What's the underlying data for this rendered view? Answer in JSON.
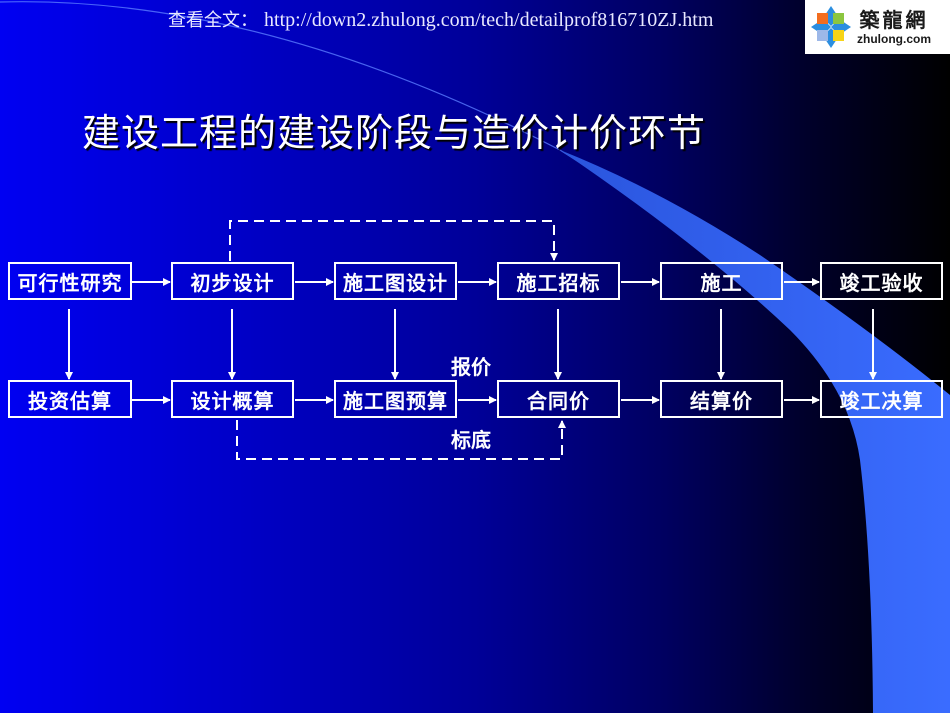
{
  "header": {
    "url_label": "查看全文：",
    "url": "http://down2.zhulong.com/tech/detailprof816710ZJ.htm"
  },
  "logo": {
    "chinese": "築龍網",
    "domain": "zhulong.com"
  },
  "slide": {
    "title": "建设工程的建设阶段与造价计价环节"
  },
  "diagram": {
    "stages": [
      {
        "label": "可行性研究"
      },
      {
        "label": "初步设计"
      },
      {
        "label": "施工图设计"
      },
      {
        "label": "施工招标"
      },
      {
        "label": "施工"
      },
      {
        "label": "竣工验收"
      }
    ],
    "costs": [
      {
        "label": "投资估算"
      },
      {
        "label": "设计概算"
      },
      {
        "label": "施工图预算"
      },
      {
        "label": "合同价"
      },
      {
        "label": "结算价"
      },
      {
        "label": "竣工决算"
      }
    ],
    "annotations": {
      "quote": "报价",
      "base_price": "标底"
    }
  },
  "colors": {
    "background_left": "#0000f2",
    "background_right": "#000000",
    "swoosh": "#3366ee",
    "line": "#ffffff"
  }
}
